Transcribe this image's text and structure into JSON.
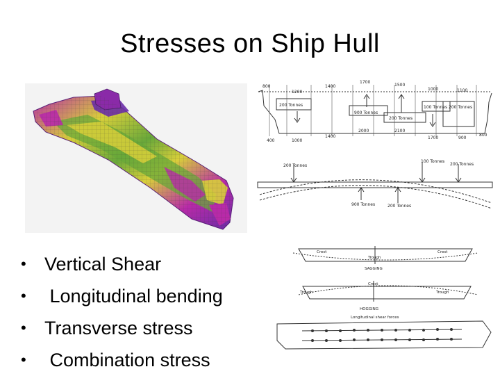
{
  "slide": {
    "title": "Stresses on Ship Hull",
    "bullets": [
      "Vertical Shear",
      " Longitudinal bending",
      "Transverse stress",
      " Combination stress"
    ],
    "bullet_glyph": "•"
  },
  "load_diagram": {
    "top_numbers": [
      "800",
      "1200",
      "1400",
      "1700",
      "1500",
      "1100"
    ],
    "bottom_numbers": [
      "400",
      "1000",
      "1400",
      "2000",
      "2100",
      "1700",
      "900",
      "800"
    ],
    "small_top": "1000",
    "loads": [
      "200 Tonnes",
      "900 Tonnes",
      "200 Tonnes",
      "100 Tonnes",
      "200 Tonnes"
    ]
  },
  "beam_diagram": {
    "loads": [
      "200 Tonnes",
      "100 Tonnes",
      "200 Tonnes",
      "900 Tonnes",
      "200 Tonnes"
    ]
  },
  "sag_diagram": {
    "left": "Crest",
    "mid": "Trough",
    "right": "Crest",
    "caption": "SAGGING"
  },
  "hog_diagram": {
    "left": "Trough",
    "mid": "Crest",
    "right": "Trough",
    "caption": "HOGGING"
  },
  "shear_diagram": {
    "caption": "Longitudinal shear forces"
  },
  "colors": {
    "fea_magenta": "#b82aa8",
    "fea_yellow": "#d8cf3a",
    "fea_green": "#68a83a",
    "fea_purple": "#6a2ca8",
    "line": "#333333"
  }
}
